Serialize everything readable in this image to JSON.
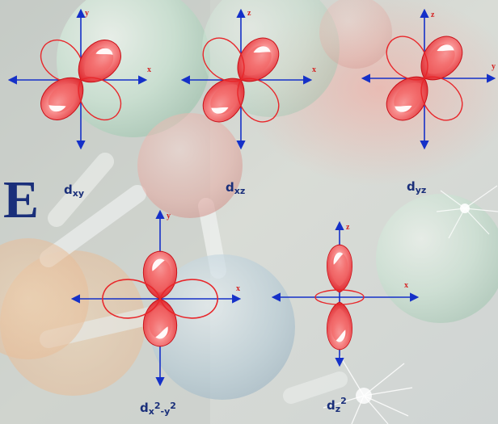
{
  "letter": "E",
  "orbitals": [
    {
      "label_main": "d",
      "label_sub": "xy"
    },
    {
      "label_main": "d",
      "label_sub": "xz"
    },
    {
      "label_main": "d",
      "label_sub": "yz"
    },
    {
      "label_main": "d",
      "label_sub_a": "x",
      "label_sup_a": "2",
      "label_sub_b": "-y",
      "label_sup_b": "2"
    },
    {
      "label_main": "d",
      "label_sub": "z",
      "label_sup": "2"
    }
  ],
  "axes": {
    "xy": {
      "h": "x",
      "v": "y"
    },
    "xz": {
      "h": "x",
      "v": "z"
    },
    "yz": {
      "h": "y",
      "v": "z"
    },
    "x2y2": {
      "h": "x",
      "v": "y"
    },
    "z2": {
      "h": "x",
      "v": "z"
    }
  },
  "colors": {
    "lobe": "#e8262a",
    "axis": "#1530c8",
    "label": "#1a2f7a"
  }
}
